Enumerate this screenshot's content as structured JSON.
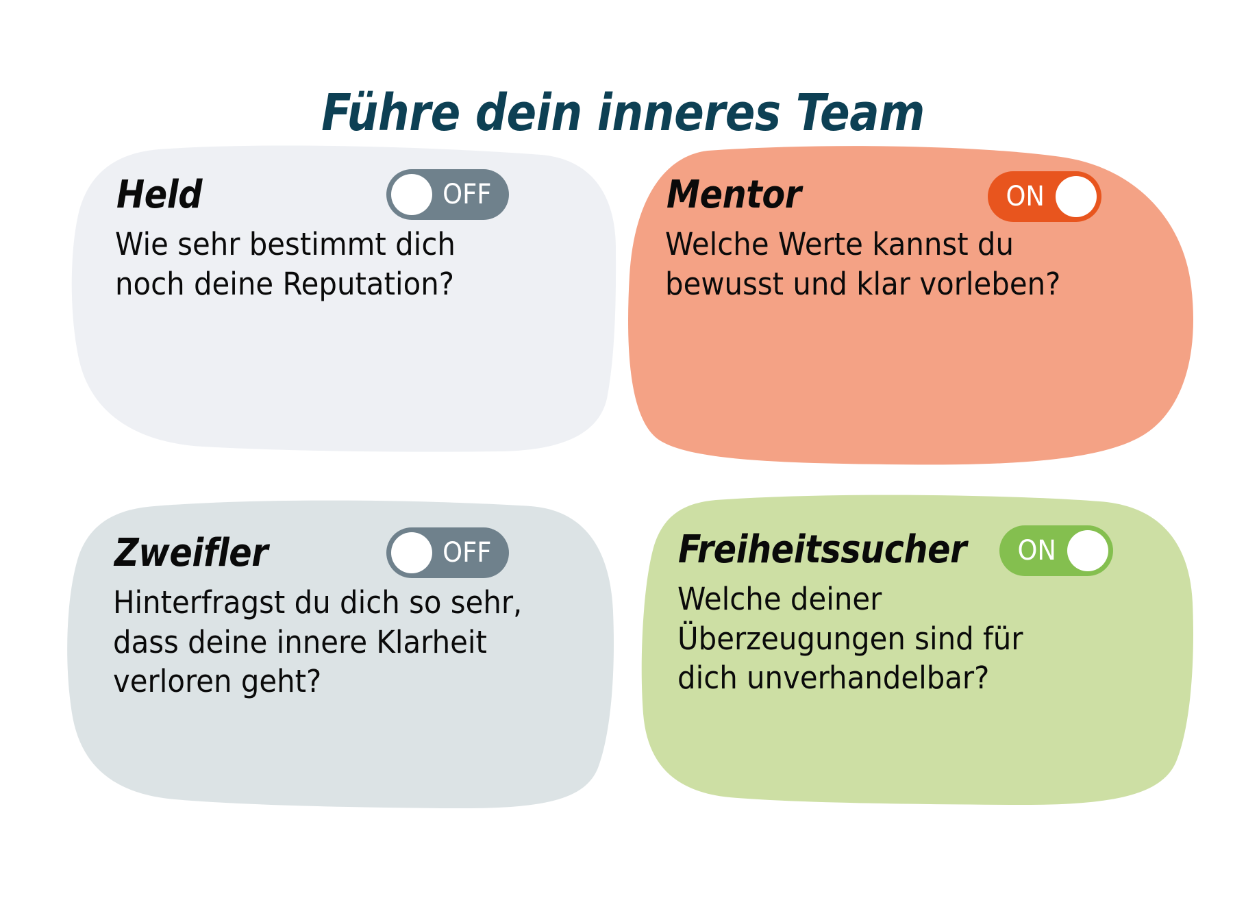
{
  "page": {
    "title": "Führe dein inneres Team",
    "background_color": "#ffffff",
    "title_color": "#0d4054"
  },
  "cards": [
    {
      "id": "held",
      "name": "Held",
      "question": "Wie sehr bestimmt dich\nnoch deine Reputation?",
      "background_color": "#eef0f4",
      "toggle": {
        "state": "OFF",
        "label": "OFF",
        "track_color": "#6f818c",
        "knob_color": "#ffffff",
        "knob_position": "left"
      }
    },
    {
      "id": "mentor",
      "name": "Mentor",
      "question": "Welche Werte kannst du\nbewusst und klar vorleben?",
      "background_color": "#f4a285",
      "toggle": {
        "state": "ON",
        "label": "ON",
        "track_color": "#e8551e",
        "knob_color": "#ffffff",
        "knob_position": "right"
      }
    },
    {
      "id": "zweifler",
      "name": "Zweifler",
      "question": "Hinterfragst du dich so sehr,\ndass deine innere Klarheit\nverloren geht?",
      "background_color": "#dce3e5",
      "toggle": {
        "state": "OFF",
        "label": "OFF",
        "track_color": "#6f818c",
        "knob_color": "#ffffff",
        "knob_position": "left"
      }
    },
    {
      "id": "freiheitssucher",
      "name": "Freiheitssucher",
      "question": "Welche deiner\nÜberzeugungen sind für\ndich unverhandelbar?",
      "background_color": "#cddfa4",
      "toggle": {
        "state": "ON",
        "label": "ON",
        "track_color": "#84bf4f",
        "knob_color": "#ffffff",
        "knob_position": "right"
      }
    }
  ]
}
